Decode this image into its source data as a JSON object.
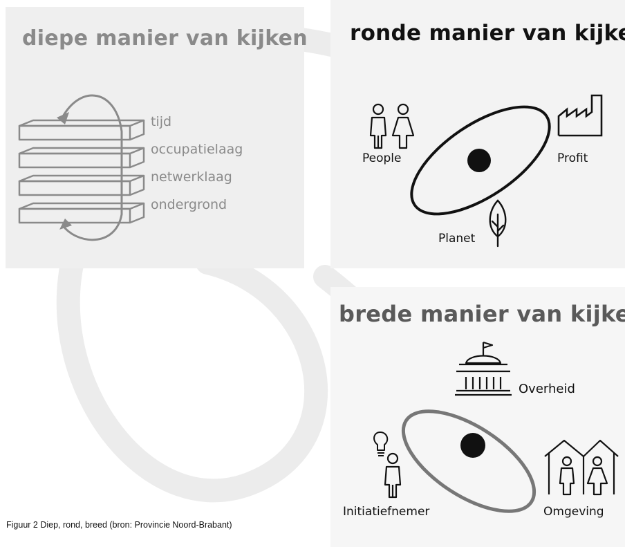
{
  "panels": {
    "diepe": {
      "title": "diepe manier van kijken",
      "layers": [
        "tijd",
        "occupatielaag",
        "netwerklaag",
        "ondergrond"
      ]
    },
    "ronde": {
      "title": "ronde manier van kijken",
      "labels": {
        "people": "People",
        "profit": "Profit",
        "planet": "Planet"
      }
    },
    "brede": {
      "title": "brede manier van kijken",
      "labels": {
        "overheid": "Overheid",
        "initiatiefnemer": "Initiatiefnemer",
        "omgeving": "Omgeving"
      }
    }
  },
  "caption": "Figuur 2 Diep, rond, breed (bron: Provincie Noord-Brabant)",
  "colors": {
    "diepe_ink": "#8a8a8a",
    "ronde_ink": "#111111",
    "brede_title": "#5a5a5a",
    "brede_ellipse": "#777777",
    "background_swirl": "#e9e9e9"
  }
}
